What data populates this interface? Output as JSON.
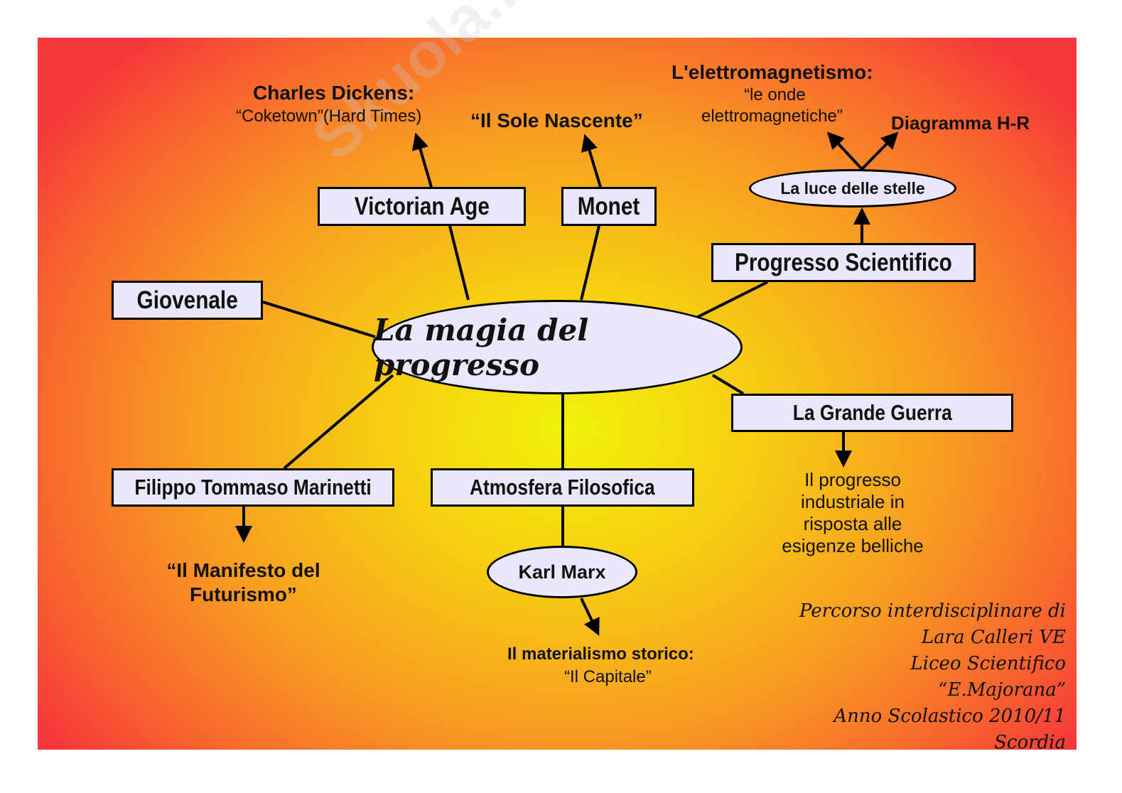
{
  "watermark": "Skuola.net",
  "center": {
    "label": "La magia del progresso"
  },
  "nodes": {
    "victorian_age": "Victorian Age",
    "monet": "Monet",
    "giovenale": "Giovenale",
    "progresso_scientifico": "Progresso Scientifico",
    "luce_stelle": "La luce delle stelle",
    "grande_guerra": "La Grande Guerra",
    "marinetti": "Filippo Tommaso Marinetti",
    "atmosfera": "Atmosfera Filosofica",
    "karl_marx": "Karl Marx"
  },
  "leaves": {
    "dickens_title": "Charles Dickens:",
    "dickens_sub": "“Coketown”(Hard Times)",
    "sole_nascente": "“Il Sole Nascente”",
    "elettro_title": "L'elettromagnetismo:",
    "elettro_sub1": "“le onde",
    "elettro_sub2": "elettromagnetiche”",
    "diagramma": "Diagramma H-R",
    "guerra_1": "Il progresso",
    "guerra_2": "industriale in",
    "guerra_3": "risposta alle",
    "guerra_4": "esigenze belliche",
    "manifesto_1": "“Il Manifesto del",
    "manifesto_2": "Futurismo”",
    "materialismo_title": "Il materialismo storico:",
    "materialismo_sub": "“Il Capitale”"
  },
  "credits": [
    "Percorso interdisciplinare di",
    "Lara Calleri VE",
    "Liceo Scientifico",
    "“E.Majorana”",
    "Anno Scolastico 2010/11",
    "Scordia"
  ]
}
